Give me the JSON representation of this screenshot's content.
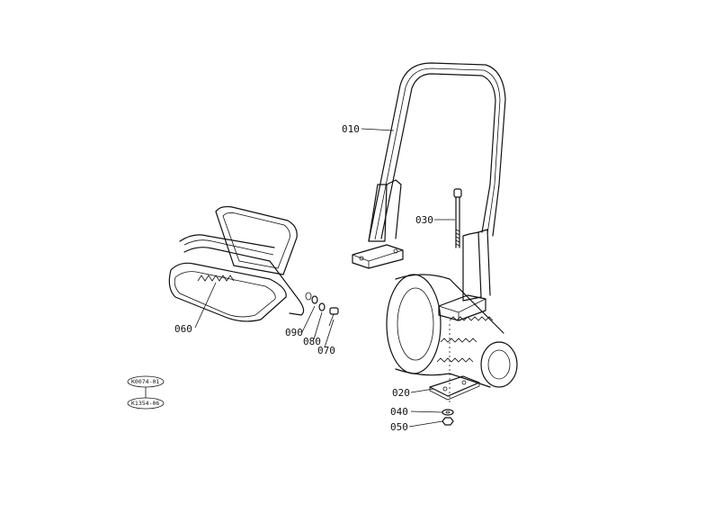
{
  "callouts": {
    "p010": "010",
    "p020": "020",
    "p030": "030",
    "p040": "040",
    "p050": "050",
    "p060": "060",
    "p070": "070",
    "p080": "080",
    "p090": "090"
  },
  "codes": {
    "top": "K0074-01",
    "bottom": "K1354-06"
  }
}
